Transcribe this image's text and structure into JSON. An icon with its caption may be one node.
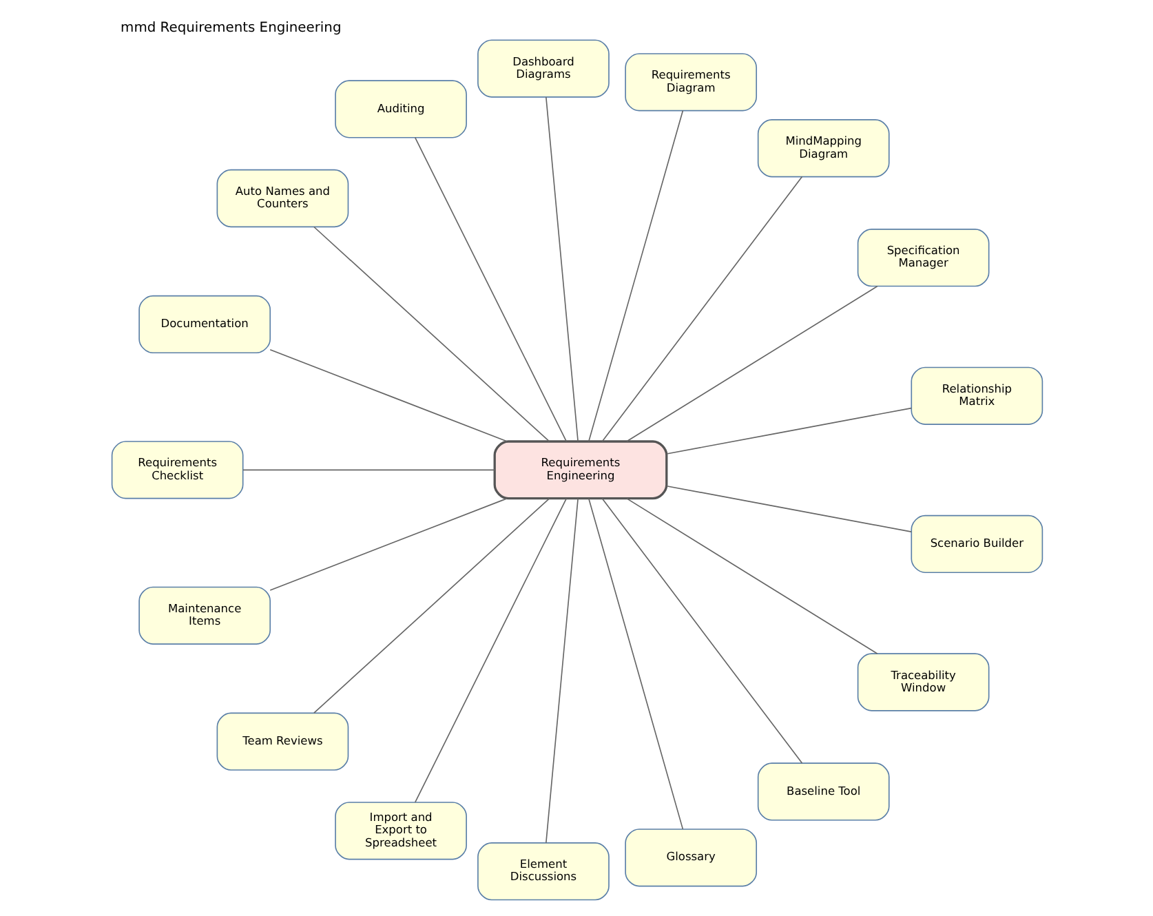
{
  "diagram": {
    "title": "mmd Requirements Engineering",
    "nodes": [
      {
        "text": [
          "Requirements Engineering"
        ]
      },
      {
        "text": [
          "Relationship Matrix"
        ]
      },
      {
        "text": [
          "Specification Manager"
        ]
      },
      {
        "text": [
          "MindMapping Diagram"
        ]
      },
      {
        "text": [
          "Requirements Diagram"
        ]
      },
      {
        "text": [
          "Dashboard Diagrams"
        ]
      },
      {
        "text": [
          "Auditing"
        ]
      },
      {
        "text": [
          "Auto Names and Counters"
        ]
      },
      {
        "text": [
          "Documentation"
        ]
      },
      {
        "text": [
          "Requirements Checklist"
        ]
      },
      {
        "text": [
          "Maintenance Items"
        ]
      },
      {
        "text": [
          "Team Reviews"
        ]
      },
      {
        "text": [
          "Import and Export to Spreadsheet"
        ]
      },
      {
        "text": [
          "Element Discussions"
        ]
      },
      {
        "text": [
          "Glossary"
        ]
      },
      {
        "text": [
          "Baseline Tool"
        ]
      },
      {
        "text": [
          "Traceability Window"
        ]
      },
      {
        "text": [
          "Scenario Builder"
        ]
      }
    ],
    "edges": [
      {
        "from": 0,
        "to": 1,
        "arrow": "none"
      },
      {
        "from": 0,
        "to": 2,
        "arrow": "none"
      },
      {
        "from": 0,
        "to": 3,
        "arrow": "none"
      },
      {
        "from": 0,
        "to": 4,
        "arrow": "none"
      },
      {
        "from": 0,
        "to": 5,
        "arrow": "none"
      },
      {
        "from": 0,
        "to": 6,
        "arrow": "none"
      },
      {
        "from": 0,
        "to": 7,
        "arrow": "none"
      },
      {
        "from": 0,
        "to": 8,
        "arrow": "none"
      },
      {
        "from": 0,
        "to": 9,
        "arrow": "none"
      },
      {
        "from": 0,
        "to": 10,
        "arrow": "none"
      },
      {
        "from": 0,
        "to": 11,
        "arrow": "none"
      },
      {
        "from": 0,
        "to": 12,
        "arrow": "none"
      },
      {
        "from": 0,
        "to": 13,
        "arrow": "none"
      },
      {
        "from": 0,
        "to": 14,
        "arrow": "none"
      },
      {
        "from": 0,
        "to": 15,
        "arrow": "none"
      },
      {
        "from": 0,
        "to": 16,
        "arrow": "none"
      },
      {
        "from": 0,
        "to": 17,
        "arrow": "none"
      }
    ]
  }
}
